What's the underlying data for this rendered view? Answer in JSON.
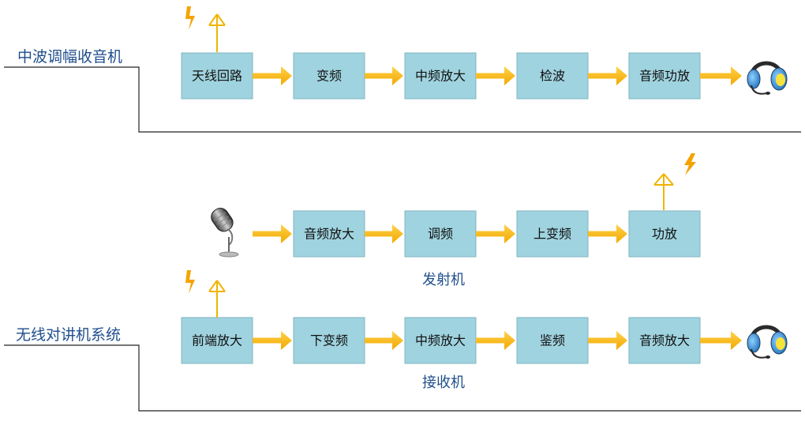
{
  "colors": {
    "box_fill": "#9fd3df",
    "arrow": "#f7b500",
    "title": "#1f4e8c",
    "antenna": "#f0b400",
    "lightning": "#f5a300"
  },
  "sections": {
    "am_radio": {
      "title": "中波调幅收音机",
      "blocks": [
        "天线回路",
        "变频",
        "中频放大",
        "检波",
        "音频功放"
      ]
    },
    "walkie_talkie": {
      "title": "无线对讲机系统",
      "transmitter": {
        "label": "发射机",
        "blocks": [
          "音频放大",
          "调频",
          "上变频",
          "功放"
        ]
      },
      "receiver": {
        "label": "接收机",
        "blocks": [
          "前端放大",
          "下变频",
          "中频放大",
          "鉴频",
          "音频放大"
        ]
      }
    }
  },
  "icons": {
    "antenna": "antenna-icon",
    "lightning": "lightning-icon",
    "headphones": "headphones-icon",
    "microphone": "microphone-icon"
  }
}
